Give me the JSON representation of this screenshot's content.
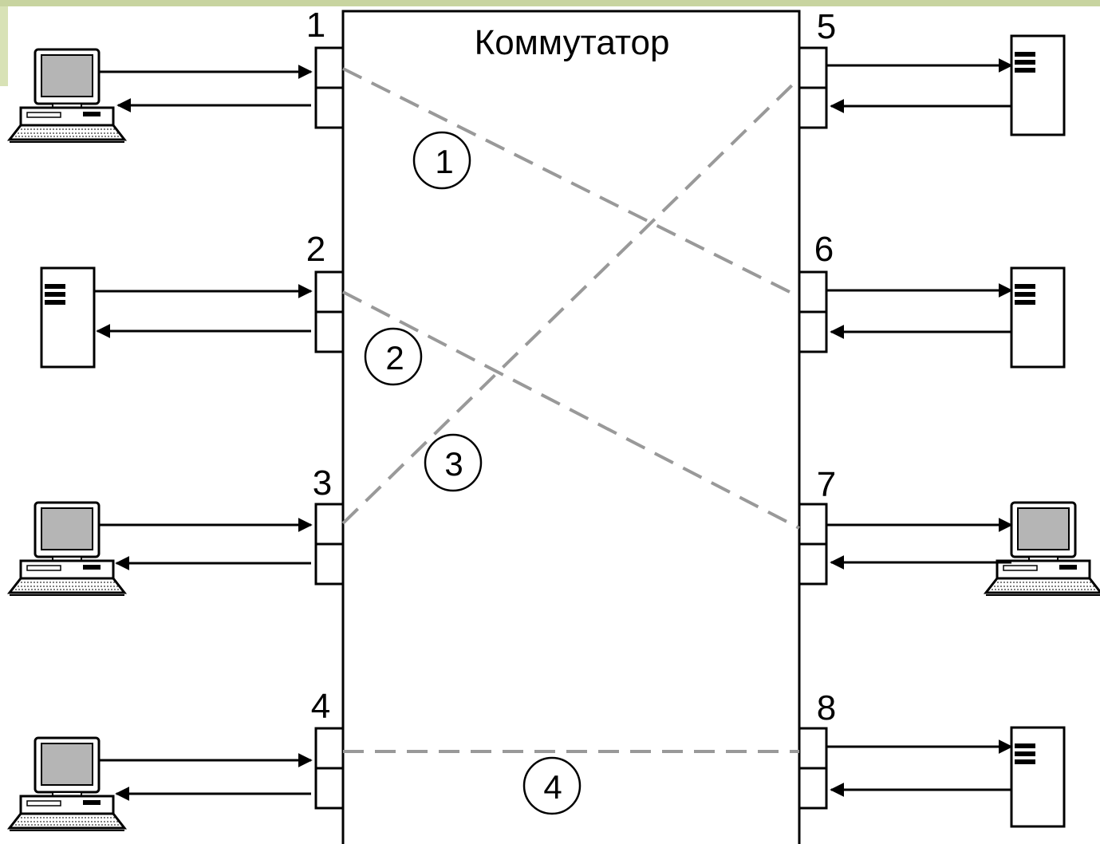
{
  "switch": {
    "label": "Коммутатор"
  },
  "ports": [
    {
      "id": 1,
      "label": "1",
      "side": "left",
      "device": "computer"
    },
    {
      "id": 2,
      "label": "2",
      "side": "left",
      "device": "server"
    },
    {
      "id": 3,
      "label": "3",
      "side": "left",
      "device": "computer"
    },
    {
      "id": 4,
      "label": "4",
      "side": "left",
      "device": "computer"
    },
    {
      "id": 5,
      "label": "5",
      "side": "right",
      "device": "server"
    },
    {
      "id": 6,
      "label": "6",
      "side": "right",
      "device": "server"
    },
    {
      "id": 7,
      "label": "7",
      "side": "right",
      "device": "computer"
    },
    {
      "id": 8,
      "label": "8",
      "side": "right",
      "device": "server"
    }
  ],
  "connections": [
    {
      "label": "1",
      "from": 1,
      "to": 6
    },
    {
      "label": "2",
      "from": 2,
      "to": 7
    },
    {
      "label": "3",
      "from": 3,
      "to": 5
    },
    {
      "label": "4",
      "from": 4,
      "to": 8
    }
  ],
  "colors": {
    "line": "#000000",
    "dash": "#999999",
    "screen": "#b5b5b5",
    "background_strip": "#c8d4a0"
  }
}
